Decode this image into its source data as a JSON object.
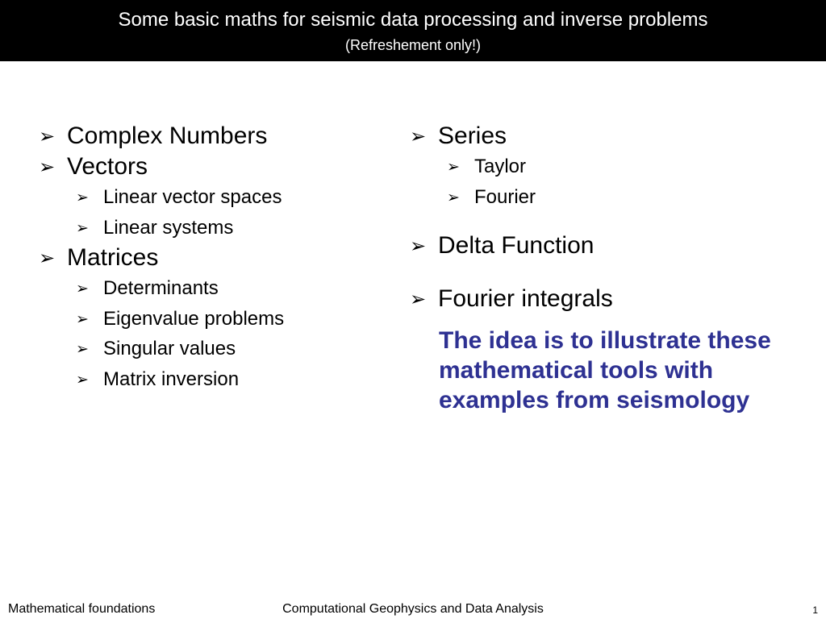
{
  "header": {
    "title": "Some basic maths for seismic data processing and inverse problems",
    "subtitle": "(Refreshement only!)"
  },
  "bullet_glyph": "➢",
  "left_column": {
    "item1": "Complex Numbers",
    "item2": "Vectors",
    "item2_sub1": "Linear vector spaces",
    "item2_sub2": "Linear systems",
    "item3": "Matrices",
    "item3_sub1": "Determinants",
    "item3_sub2": "Eigenvalue problems",
    "item3_sub3": "Singular values",
    "item3_sub4": "Matrix inversion"
  },
  "right_column": {
    "item1": "Series",
    "item1_sub1": "Taylor",
    "item1_sub2": "Fourier",
    "item2": "Delta Function",
    "item3": "Fourier integrals",
    "note": "The idea is to illustrate these mathematical tools with examples from seismology"
  },
  "footer": {
    "left": "Mathematical foundations",
    "center": "Computational Geophysics and Data Analysis",
    "page_number": "1"
  },
  "colors": {
    "header_background": "#000000",
    "note_text": "#2E3192"
  }
}
